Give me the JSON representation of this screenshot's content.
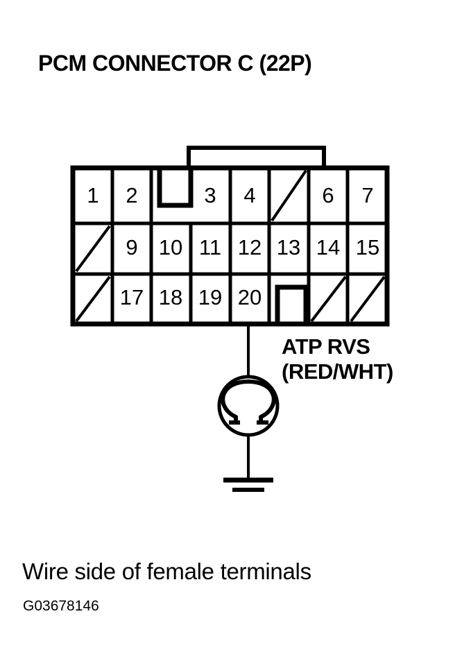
{
  "figure": {
    "title": "PCM CONNECTOR C (22P)",
    "caption": "Wire side of female terminals",
    "figure_id": "G03678146",
    "line_color": "#000000",
    "background_color": "#FFFFFF"
  },
  "connector": {
    "name": "PCM Connector C",
    "pin_count_label": "22P",
    "columns": 8,
    "rows": 3,
    "grid": [
      [
        {
          "pin": "1",
          "type": "pin"
        },
        {
          "pin": "2",
          "type": "pin"
        },
        {
          "pin": "",
          "type": "notch-down"
        },
        {
          "pin": "3",
          "type": "pin"
        },
        {
          "pin": "4",
          "type": "pin"
        },
        {
          "pin": "",
          "type": "blank"
        },
        {
          "pin": "6",
          "type": "pin"
        },
        {
          "pin": "7",
          "type": "pin"
        }
      ],
      [
        {
          "pin": "",
          "type": "blank"
        },
        {
          "pin": "9",
          "type": "pin"
        },
        {
          "pin": "10",
          "type": "pin"
        },
        {
          "pin": "11",
          "type": "pin"
        },
        {
          "pin": "12",
          "type": "pin"
        },
        {
          "pin": "13",
          "type": "pin"
        },
        {
          "pin": "14",
          "type": "pin"
        },
        {
          "pin": "15",
          "type": "pin"
        }
      ],
      [
        {
          "pin": "",
          "type": "blank"
        },
        {
          "pin": "17",
          "type": "pin"
        },
        {
          "pin": "18",
          "type": "pin"
        },
        {
          "pin": "19",
          "type": "pin"
        },
        {
          "pin": "20",
          "type": "pin"
        },
        {
          "pin": "",
          "type": "notch-up"
        },
        {
          "pin": "",
          "type": "blank"
        },
        {
          "pin": "",
          "type": "blank"
        }
      ]
    ]
  },
  "measurement": {
    "wire_label_line1": "ATP RVS",
    "wire_label_line2": "(RED/WHT)",
    "signal_name": "ATP RVS",
    "wire_colors": "RED/WHT",
    "probe_pin": "20",
    "instrument": "ohmmeter",
    "instrument_symbol": "Ω",
    "reference": "ground"
  },
  "icons": {
    "ohmmeter": "ohmmeter-icon",
    "ground": "ground-icon",
    "notch": "connector-notch-icon"
  }
}
